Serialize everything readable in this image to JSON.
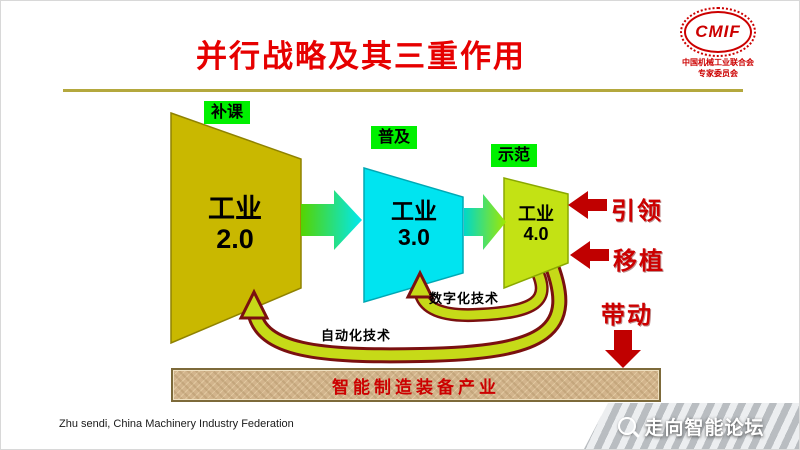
{
  "title": "并行战略及其三重作用",
  "logo": {
    "acronym": "CMIF",
    "org_line1": "中国机械工业联合会",
    "org_line2": "专家委员会"
  },
  "stages": [
    {
      "tag": "补课",
      "name": "工业",
      "version": "2.0"
    },
    {
      "tag": "普及",
      "name": "工业",
      "version": "3.0"
    },
    {
      "tag": "示范",
      "name": "工业",
      "version": "4.0"
    }
  ],
  "effects": [
    {
      "label": "引领"
    },
    {
      "label": "移植"
    },
    {
      "label": "带动"
    }
  ],
  "feedback_arrows": [
    {
      "label": "数字化技术",
      "from": "工业4.0",
      "to": "工业3.0"
    },
    {
      "label": "自动化技术",
      "from": "工业4.0",
      "to": "工业2.0"
    }
  ],
  "industry_bar": {
    "label": "智能制造装备产业"
  },
  "footer": {
    "credit": "Zhu sendi, China Machinery Industry Federation",
    "forum": "走向智能论坛"
  },
  "colors": {
    "title_red": "#e60000",
    "stage2_fill": "#c9b800",
    "stage3_fill": "#00e4f0",
    "stage4_fill": "#c3e214",
    "tag_green": "#00f000",
    "effect_red": "#cc0000",
    "loop_fill": "#c6da18",
    "loop_outline": "#7a1010",
    "bar_bg": "#d2b48c",
    "bar_text": "#cc0000"
  }
}
